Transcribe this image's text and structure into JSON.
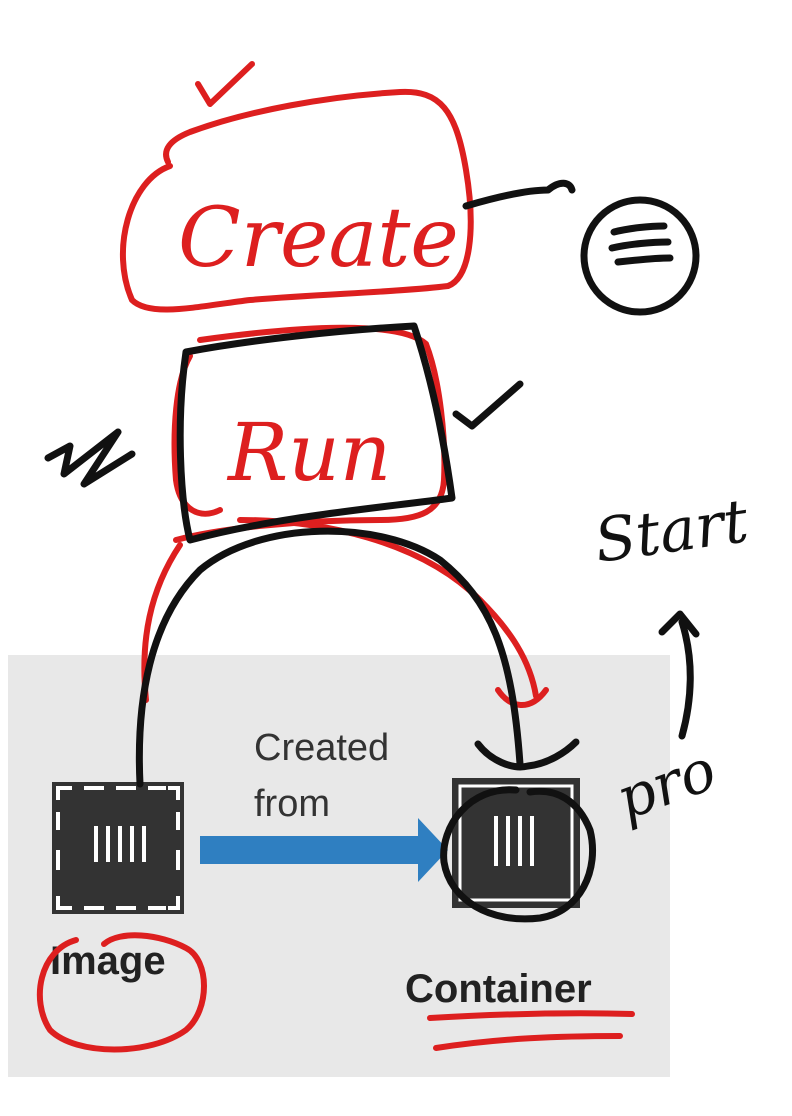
{
  "diagram": {
    "arrow_label_line1": "Created",
    "arrow_label_line2": "from",
    "image_label": "Image",
    "container_label": "Container"
  },
  "annotations": {
    "create": "Create",
    "run": "Run",
    "start": "Start",
    "pro": "pro"
  },
  "colors": {
    "ink_red": "#dd1f1f",
    "ink_black": "#111111",
    "arrow_blue": "#2f7fc1",
    "panel_gray": "#e8e8e8",
    "box_dark": "#333333"
  }
}
